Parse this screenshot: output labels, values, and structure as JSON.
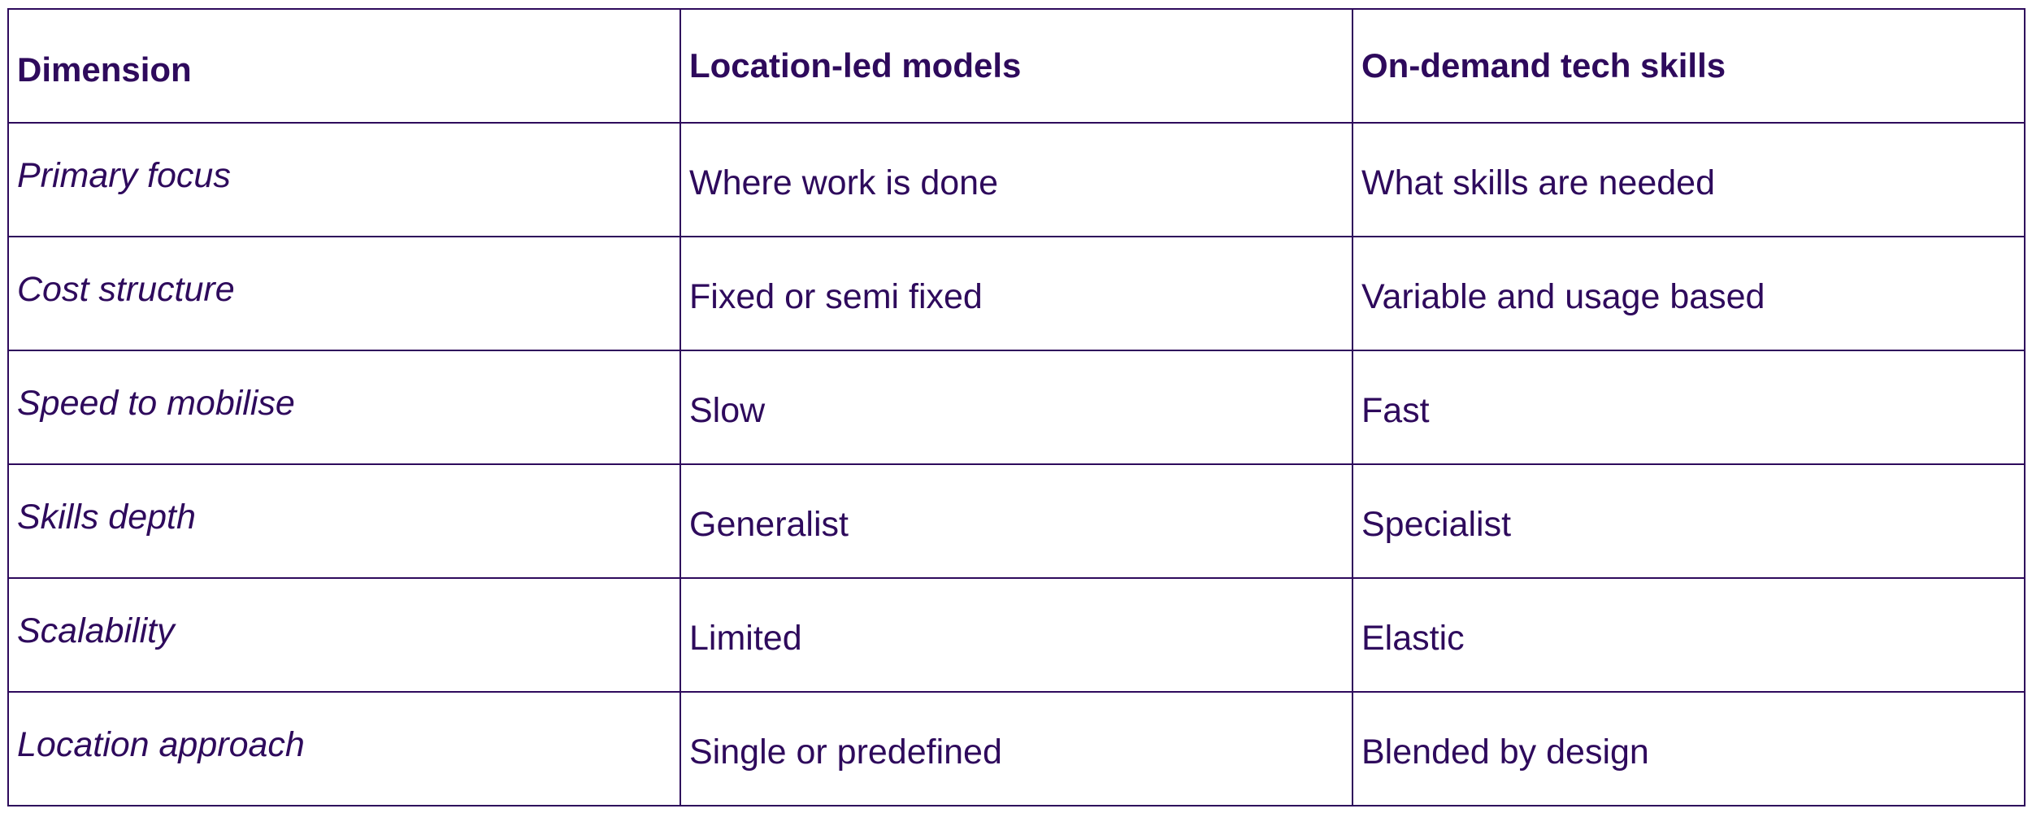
{
  "table": {
    "headers": [
      "Dimension",
      "Location-led models",
      "On-demand tech skills"
    ],
    "rows": [
      {
        "dimension": "Primary focus",
        "location_led": "Where work is done",
        "on_demand": "What skills are needed"
      },
      {
        "dimension": "Cost structure",
        "location_led": "Fixed or semi fixed",
        "on_demand": "Variable and usage based"
      },
      {
        "dimension": "Speed to mobilise",
        "location_led": "Slow",
        "on_demand": "Fast"
      },
      {
        "dimension": "Skills depth",
        "location_led": "Generalist",
        "on_demand": "Specialist"
      },
      {
        "dimension": "Scalability",
        "location_led": "Limited",
        "on_demand": "Elastic"
      },
      {
        "dimension": "Location approach",
        "location_led": "Single or predefined",
        "on_demand": "Blended by design"
      }
    ]
  },
  "colors": {
    "text": "#2e0a5c",
    "border": "#2e0a5c",
    "background": "#ffffff"
  }
}
